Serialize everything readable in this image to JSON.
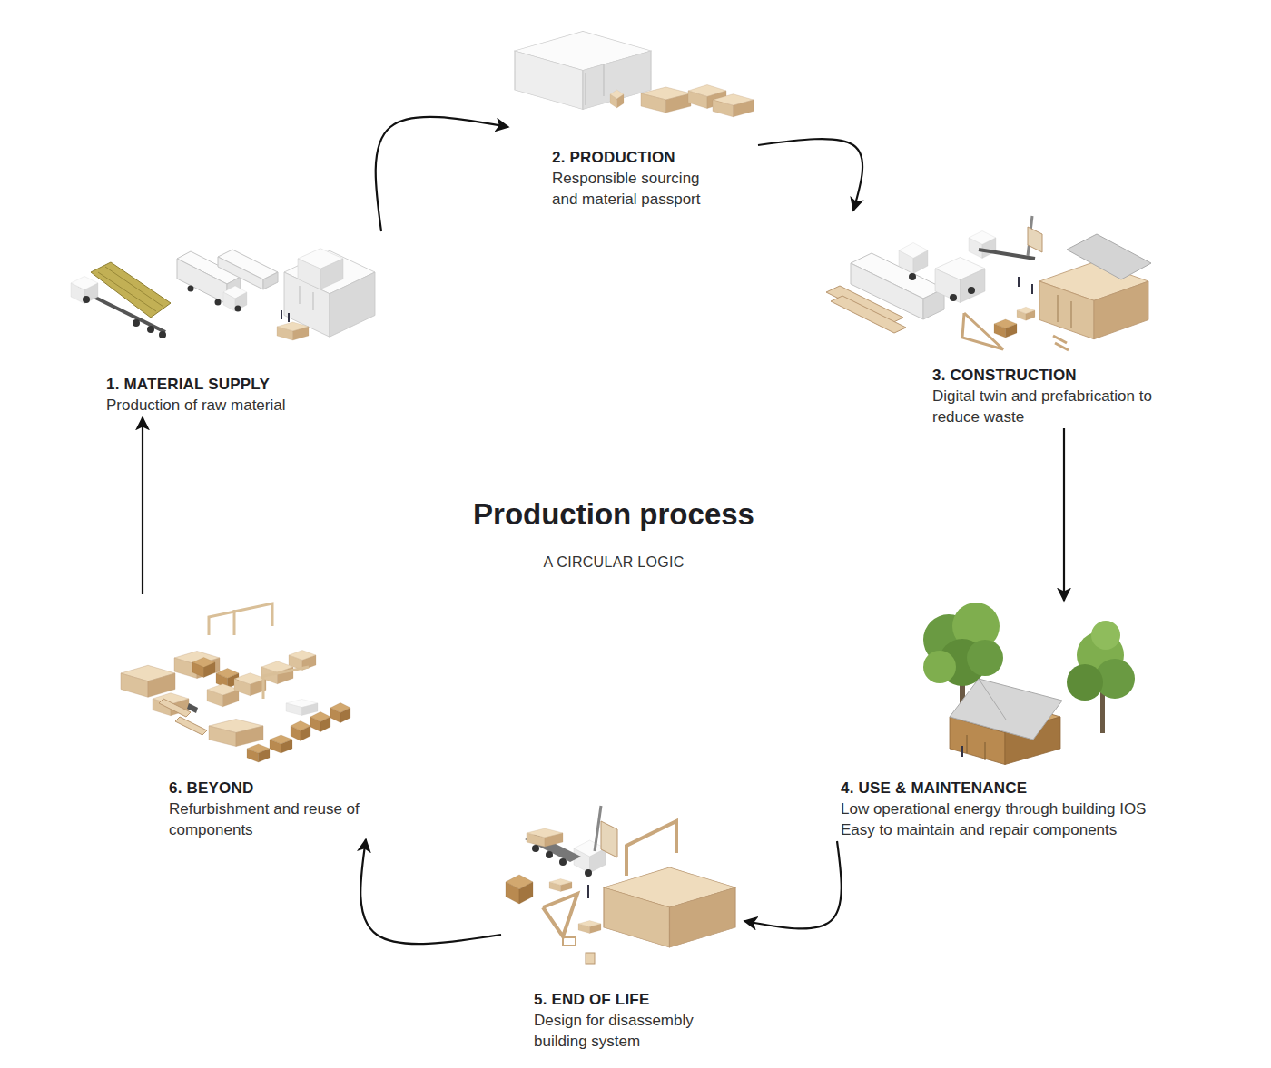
{
  "diagram": {
    "title": "Production process",
    "caption": "A CIRCULAR LOGIC",
    "nodes": [
      {
        "text": [
          "1. MATERIAL SUPPLY",
          "Production of raw material"
        ]
      },
      {
        "text": [
          "2. PRODUCTION",
          "Responsible sourcing and material passport"
        ]
      },
      {
        "text": [
          "3. CONSTRUCTION",
          "Digital twin and prefabrication to reduce waste"
        ]
      },
      {
        "text": [
          "4. USE & MAINTENANCE",
          "Low operational energy through building IOS Easy to maintain and repair components"
        ]
      },
      {
        "text": [
          "5. END OF LIFE",
          "Design for disassembly building system"
        ]
      },
      {
        "text": [
          "6. BEYOND",
          "Refurbishment and reuse of components"
        ]
      }
    ],
    "edges": [
      {
        "from": 0,
        "to": 1,
        "arrow": "to"
      },
      {
        "from": 1,
        "to": 2,
        "arrow": "to"
      },
      {
        "from": 2,
        "to": 3,
        "arrow": "to"
      },
      {
        "from": 3,
        "to": 4,
        "arrow": "to"
      },
      {
        "from": 4,
        "to": 5,
        "arrow": "to"
      },
      {
        "from": 5,
        "to": 0,
        "arrow": "to"
      }
    ]
  }
}
